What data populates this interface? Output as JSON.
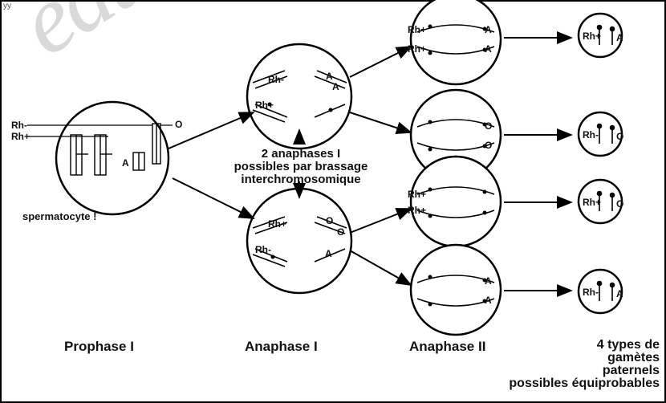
{
  "watermark": "édu",
  "header_fragment": "yy",
  "labels": {
    "spermatocyte": "spermatocyte !",
    "center_note_1": "2 anaphases I",
    "center_note_2": "possibles par brassage",
    "center_note_3": "interchromosomique",
    "stage_prophase": "Prophase I",
    "stage_anaphase1": "Anaphase I",
    "stage_anaphase2": "Anaphase II",
    "gametes_1": "4 types de",
    "gametes_2": "gamètes",
    "gametes_3": "paternels",
    "gametes_4": "possibles équiprobables"
  },
  "alleles": {
    "rh_plus": "Rh+",
    "rh_minus": "Rh-",
    "a": "A",
    "o": "O"
  },
  "gametes": [
    {
      "rh": "Rh+",
      "abo": "A"
    },
    {
      "rh": "Rh-",
      "abo": "O"
    },
    {
      "rh": "Rh+",
      "abo": "O"
    },
    {
      "rh": "Rh-",
      "abo": "A"
    }
  ]
}
